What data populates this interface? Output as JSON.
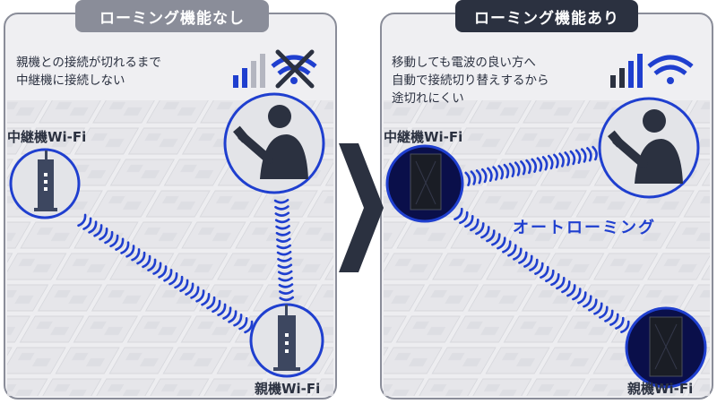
{
  "left_panel": {
    "header": "ローミング機能なし",
    "description": "親機との接続が切れるまで\n中継機に接続しない",
    "repeater_label": "中継機Wi-Fi",
    "router_label": "親機Wi-Fi"
  },
  "right_panel": {
    "header": "ローミング機能あり",
    "description": "移動しても電波の良い方へ\n自動で接続切り替えするから\n途切れにくい",
    "repeater_label": "中継機Wi-Fi",
    "router_label": "親機Wi-Fi",
    "roaming_label": "オートローミング"
  },
  "icons": {
    "left_status": [
      "signal-bars-icon",
      "wifi-blocked-icon"
    ],
    "right_status": [
      "signal-bars-icon",
      "wifi-icon"
    ],
    "person": "person-with-phone-icon",
    "devices": [
      "wifi-repeater-icon",
      "wifi-router-icon"
    ]
  },
  "colors": {
    "accent_blue": "#1f3fcf",
    "dark_navy": "#2b3140",
    "gray_header": "#8a8d99",
    "blocked_mark": "#2b3140"
  }
}
